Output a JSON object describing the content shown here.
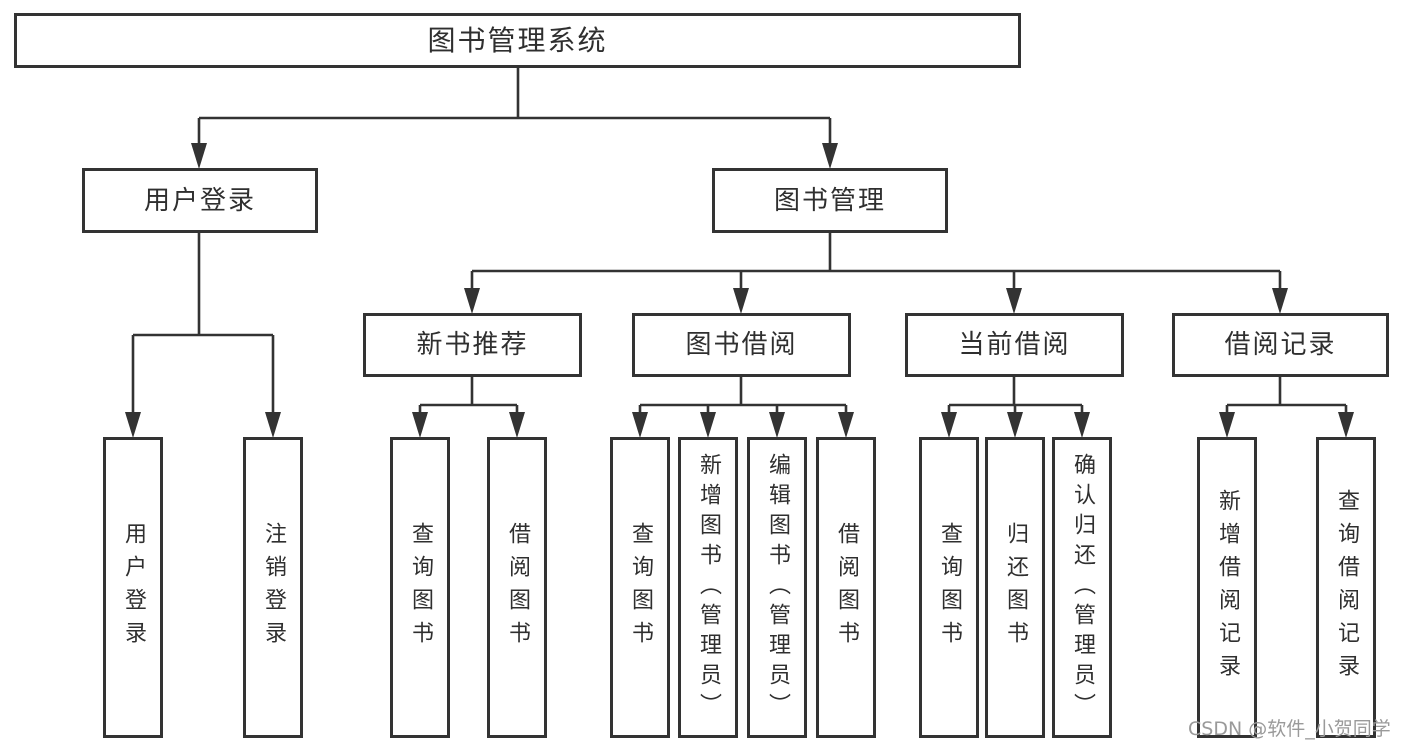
{
  "colors": {
    "line": "#333333",
    "text": "#2f2f2f",
    "watermark": "#9a9a9a",
    "background": "#ffffff"
  },
  "watermark": "CSDN @软件_小贺同学",
  "tree": {
    "root": {
      "label": "图书管理系统"
    },
    "branches": [
      {
        "label": "用户登录",
        "children": [
          {
            "label": "用户登录"
          },
          {
            "label": "注销登录"
          }
        ]
      },
      {
        "label": "图书管理",
        "children": [
          {
            "label": "新书推荐",
            "children": [
              {
                "label": "查询图书"
              },
              {
                "label": "借阅图书"
              }
            ]
          },
          {
            "label": "图书借阅",
            "children": [
              {
                "label": "查询图书"
              },
              {
                "label": "新增图书（管理员）"
              },
              {
                "label": "编辑图书（管理员）"
              },
              {
                "label": "借阅图书"
              }
            ]
          },
          {
            "label": "当前借阅",
            "children": [
              {
                "label": "查询图书"
              },
              {
                "label": "归还图书"
              },
              {
                "label": "确认归还（管理员）"
              }
            ]
          },
          {
            "label": "借阅记录",
            "children": [
              {
                "label": "新增借阅记录"
              },
              {
                "label": "查询借阅记录"
              }
            ]
          }
        ]
      }
    ]
  }
}
